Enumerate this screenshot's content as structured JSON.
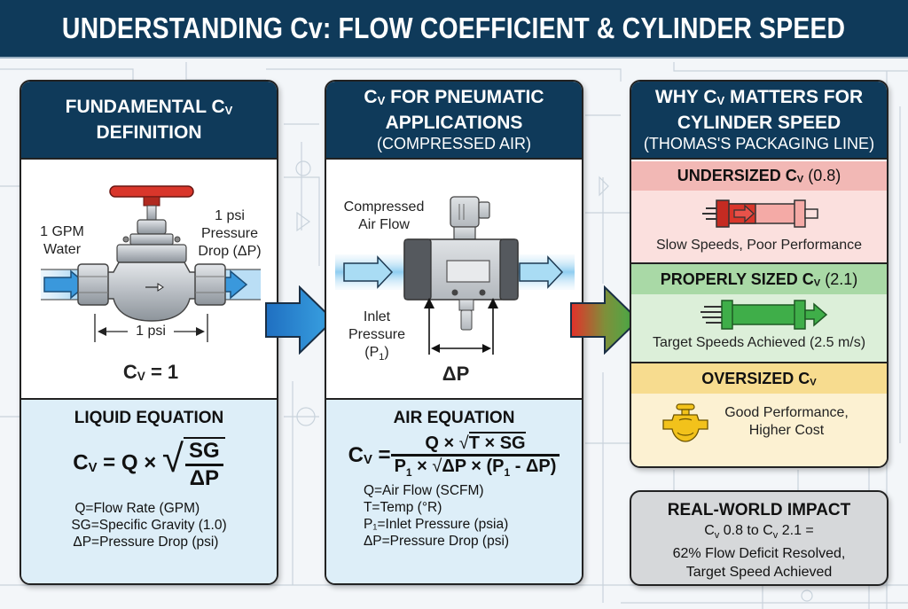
{
  "title": "UNDERSTANDING Cv: FLOW COEFFICIENT & CYLINDER SPEED",
  "panel1": {
    "title_line1": "FUNDAMENTAL C",
    "title_sub": "V",
    "title_line2": "DEFINITION",
    "icon": "globe-valve-icon",
    "inflow_label_1": "1 GPM",
    "inflow_label_2": "Water",
    "drop_label_1": "1 psi",
    "drop_label_2": "Pressure",
    "drop_label_3": "Drop (ΔP)",
    "dimension_label": "1 psi",
    "result_c": "C",
    "result_sub": "V",
    "result_rest": " = 1",
    "equation_title": "LIQUID EQUATION",
    "equation": {
      "lhs": "C",
      "lhs_sub": "V",
      "mid": " = Q × ",
      "num": "SG",
      "den": "ΔP"
    },
    "legend": [
      "Q=Flow Rate (GPM)",
      "SG=Specific Gravity (1.0)",
      "ΔP=Pressure Drop (psi)"
    ]
  },
  "panel2": {
    "title_c": "C",
    "title_sub": "V",
    "title_line1_rest": " FOR PNEUMATIC",
    "title_line2": "APPLICATIONS",
    "subtitle": "(COMPRESSED AIR)",
    "icon": "solenoid-valve-icon",
    "air_label_1": "Compressed",
    "air_label_2": "Air Flow",
    "inlet_label_1": "Inlet",
    "inlet_label_2": "Pressure",
    "inlet_label_3": "(P",
    "inlet_label_sub": "1",
    "inlet_label_4": ")",
    "dp_label": "ΔP",
    "equation_title": "AIR EQUATION",
    "equation": {
      "lhs": "C",
      "lhs_sub": "V",
      "eq": " = ",
      "num_q": "Q × ",
      "num_root": "T × SG",
      "den_p": "P",
      "den_p_sub": "1",
      "den_x": " × ",
      "den_root_a": "ΔP × (P",
      "den_root_sub": "1",
      "den_root_b": " - ΔP)"
    },
    "legend": [
      "Q=Air Flow (SCFM)",
      "T=Temp (°R)",
      "P₁=Inlet Pressure (psia)",
      "ΔP=Pressure Drop (psi)"
    ]
  },
  "panel3": {
    "title_line1_a": "WHY C",
    "title_sub": "V",
    "title_line1_b": " MATTERS FOR",
    "title_line2": "CYLINDER SPEED",
    "subtitle": "(THOMAS'S PACKAGING LINE)",
    "sections": [
      {
        "head_bold": "UNDERSIZED C",
        "head_sub": "V",
        "head_normal": " (0.8)",
        "icon": "slow-cylinder-icon",
        "text": "Slow Speeds, Poor Performance",
        "head_color": "#f2b8b5",
        "body_color": "#fbe0de"
      },
      {
        "head_bold": "PROPERLY SIZED C",
        "head_sub": "V",
        "head_normal": " (2.1)",
        "icon": "fast-cylinder-icon",
        "text": "Target Speeds Achieved (2.5 m/s)",
        "head_color": "#a9d9a6",
        "body_color": "#dcefd9"
      },
      {
        "head_bold": "OVERSIZED C",
        "head_sub": "V",
        "head_normal": "",
        "icon": "oversized-valve-icon",
        "text_1": "Good Performance,",
        "text_2": "Higher Cost",
        "head_color": "#f7dc8f",
        "body_color": "#fcf1d2"
      }
    ]
  },
  "impact": {
    "title": "REAL-WORLD IMPACT",
    "line1_a": "C",
    "line1_sub1": "v",
    "line1_b": " 0.8 to C",
    "line1_sub2": "v",
    "line1_c": " 2.1 =",
    "line2": "62% Flow Deficit Resolved,",
    "line3": "Target Speed Achieved"
  },
  "colors": {
    "header": "#0f3a5a",
    "flow_blue": "#2f8fd6",
    "valve_red": "#d9362b",
    "good_green": "#3fae49",
    "oversize_yellow": "#f2c21b"
  }
}
